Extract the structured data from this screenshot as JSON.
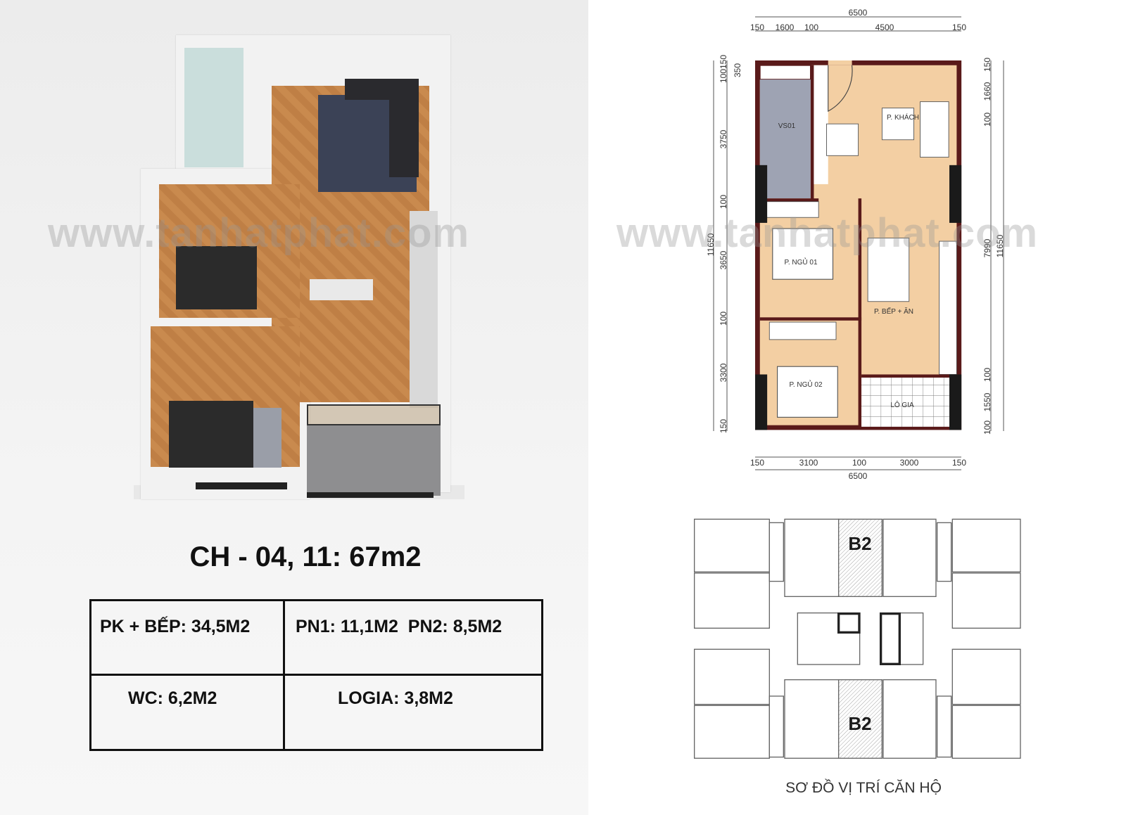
{
  "render": {
    "title": "CH - 04, 11: 67m2",
    "areas_table": [
      [
        "PK + BẾP: 34,5M2",
        "PN1: 11,1M2  PN2: 8,5M2"
      ],
      [
        "WC: 6,2M2",
        "LOGIA: 3,8M2"
      ]
    ]
  },
  "watermark": "www.tanhatphat.com",
  "floor_plan": {
    "rooms": {
      "living": "P. KHÁCH",
      "wc": "VS01",
      "bedroom1": "P. NGỦ 01",
      "kitchen": "P. BẾP + ĂN",
      "bedroom2": "P. NGỦ 02",
      "loggia": "LÔ GIA"
    },
    "dims_top_total": "6500",
    "dims_top": [
      "150",
      "1600",
      "100",
      "4500",
      "150"
    ],
    "dims_bottom_total": "6500",
    "dims_bottom": [
      "150",
      "3100",
      "100",
      "3000",
      "150"
    ],
    "dims_left_total": "11650",
    "dims_left": [
      "100150",
      "350",
      "3750",
      "100",
      "3650",
      "100",
      "3300",
      "150"
    ],
    "dims_right_total": "11650",
    "dims_right": [
      "150",
      "1660",
      "100",
      "7990",
      "100",
      "1550",
      "100"
    ],
    "colors": {
      "wall": "#5a1a1a",
      "floor": "#f3cfa3",
      "wc_floor": "#9ea3b3",
      "column": "#1a1a1a"
    }
  },
  "key_plan": {
    "unit_label_top": "B2",
    "unit_label_bottom": "B2",
    "caption": "SƠ ĐỒ VỊ TRÍ CĂN HỘ"
  }
}
